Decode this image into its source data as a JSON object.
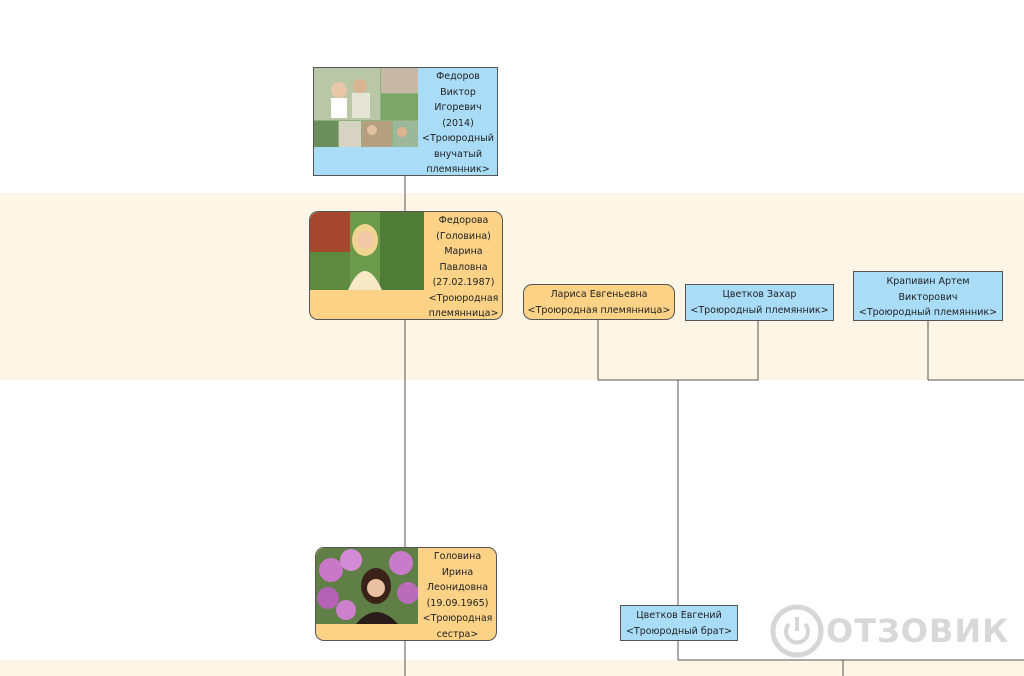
{
  "people": {
    "viktor": "Федоров\nВиктор\nИгоревич\n(2014)\n<Троюродный\nвнучатый\nплемянник>",
    "marina": "Федорова\n(Головина)\nМарина\nПавловна\n(27.02.1987)\n<Троюродная\nплемянница>",
    "larisa": "Лариса Евгеньевна\n<Троюродная племянница>",
    "zakhar": "Цветков Захар\n<Троюродный племянник>",
    "artem": "Крапивин Артем\nВикторович\n<Троюродный племянник>",
    "irina": "Головина\nИрина\nЛеонидовна\n(19.09.1965)\n<Троюродная\nсестра>",
    "evgeny": "Цветков Евгений\n<Троюродный брат>"
  },
  "watermark": {
    "text": "ОТЗОВИК",
    "icon": "power-icon"
  },
  "colors": {
    "male": "#a9dcf7",
    "female": "#fbd286",
    "band": "#fdf6e6",
    "line": "#555555"
  }
}
